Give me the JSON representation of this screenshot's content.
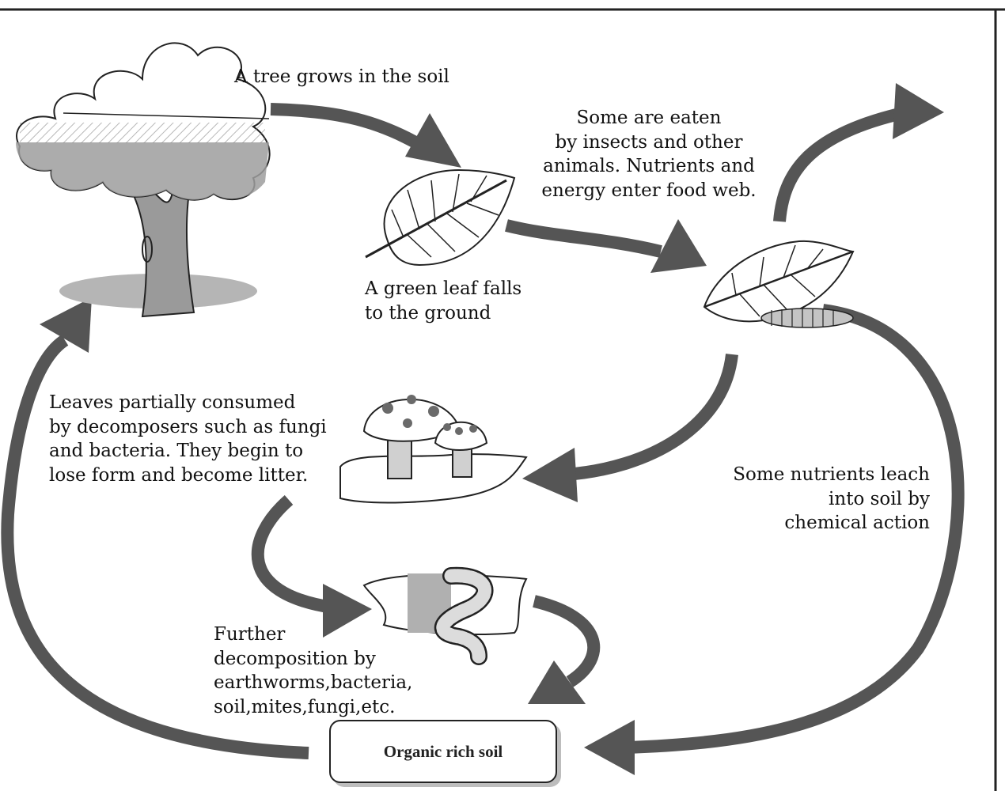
{
  "labels": {
    "tree": "A tree grows in the soil",
    "leaf_fall": "A green leaf falls\nto the ground",
    "eaten": "Some are eaten\nby insects and other\nanimals. Nutrients and\nenergy enter food web.",
    "decomposers": "Leaves partially consumed\nby decomposers such as fungi\nand bacteria. They begin to\nlose form and become litter.",
    "leach": "Some nutrients leach\ninto soil by\nchemical action",
    "further": "Further\ndecomposition by\nearthworms,bacteria,\nsoil,mites,fungi,etc.",
    "soil": "Organic rich soil"
  },
  "colors": {
    "arrow": "#555555",
    "outline": "#222222",
    "shade": "#9a9a9a"
  },
  "icons": [
    "tree-icon",
    "leaf-icon",
    "eaten-leaf-icon",
    "caterpillar-icon",
    "mushroom-icon",
    "earthworm-icon"
  ]
}
